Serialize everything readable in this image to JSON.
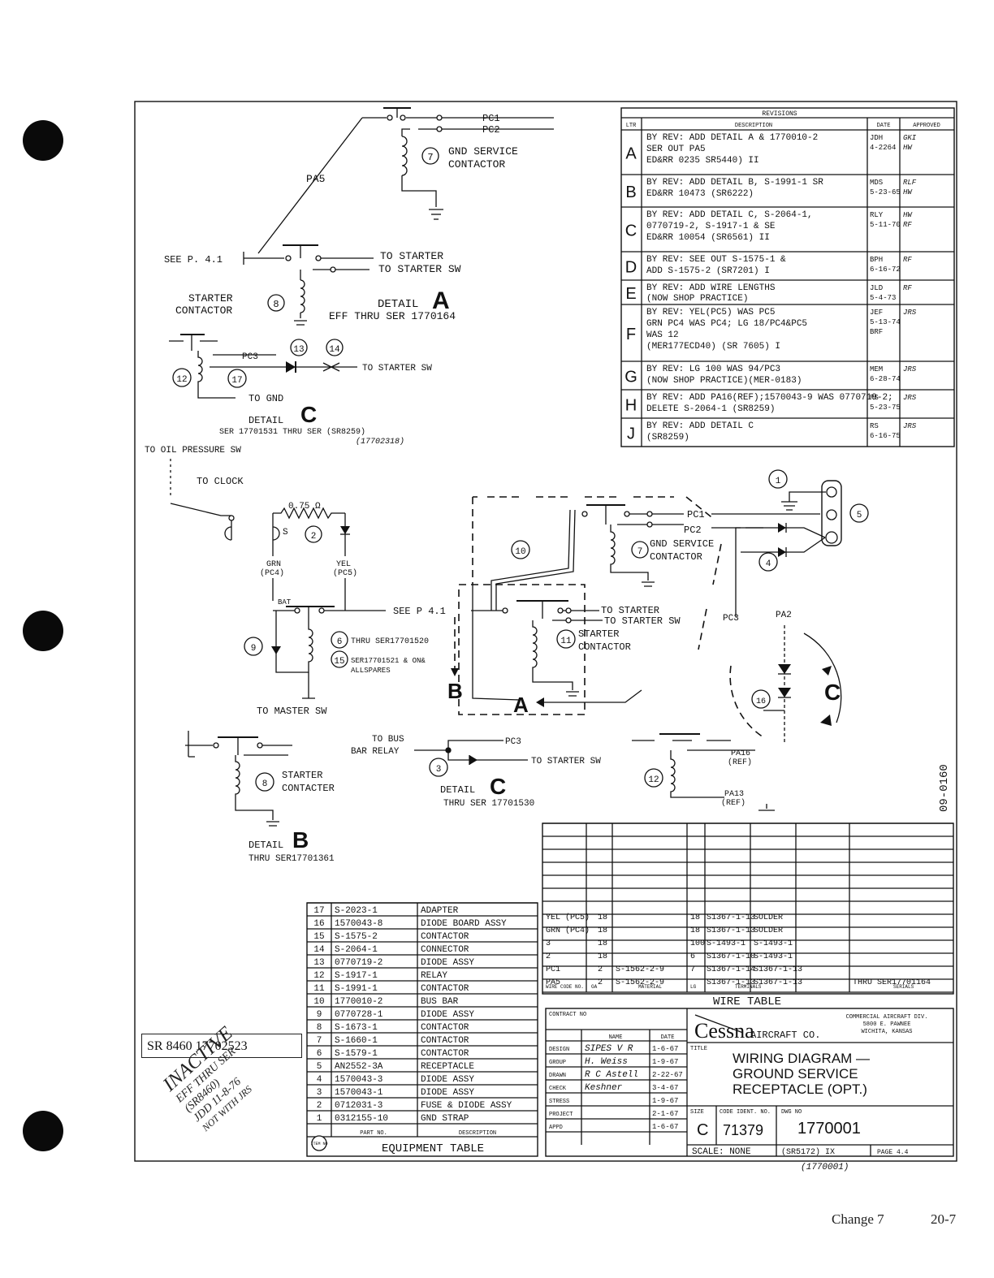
{
  "revisions": {
    "title": "REVISIONS",
    "headers": [
      "LTR",
      "DESCRIPTION",
      "DATE",
      "APPROVED"
    ],
    "rows": [
      {
        "ltr": "A",
        "desc": [
          "BY REV: ADD DETAIL A & 1770010-2",
          "SER OUT PA5",
          "ED&RR 0235    SR5440) II"
        ],
        "date": [
          "JDH",
          "4-2264"
        ],
        "appr": [
          "GKI",
          "HW"
        ]
      },
      {
        "ltr": "B",
        "desc": [
          "BY REV: ADD DETAIL B, S-1991-1 SR",
          "ED&RR 10473      (SR6222)"
        ],
        "date": [
          "MDS",
          "5-23-65"
        ],
        "appr": [
          "RLF",
          "HW"
        ]
      },
      {
        "ltr": "C",
        "desc": [
          "BY REV: ADD DETAIL C, S-2064-1,",
          "0770719-2, S-1917-1 & SE",
          "ED&RR 10054 (SR6561) II"
        ],
        "date": [
          "RLY",
          "5-11-70"
        ],
        "appr": [
          "HW",
          "RF"
        ]
      },
      {
        "ltr": "D",
        "desc": [
          "BY REV: SEE OUT S-1575-1 &",
          "ADD S-1575-2    (SR7201) I"
        ],
        "date": [
          "BPH",
          "6-16-72"
        ],
        "appr": [
          "RF"
        ]
      },
      {
        "ltr": "E",
        "desc": [
          "BY REV: ADD WIRE LENGTHS",
          "(NOW SHOP PRACTICE)"
        ],
        "date": [
          "JLD",
          "5-4-73"
        ],
        "appr": [
          "RF"
        ]
      },
      {
        "ltr": "F",
        "desc": [
          "BY REV: YEL(PC5) WAS PC5",
          "GRN PC4 WAS PC4; LG 18/PC4&PC5",
          "WAS 12",
          "(MER177ECD40)  (SR 7605) I"
        ],
        "date": [
          "JEF",
          "5-13-74",
          "BRF"
        ],
        "appr": [
          "JRS"
        ]
      },
      {
        "ltr": "G",
        "desc": [
          "BY REV: LG 100 WAS 94/PC3",
          "(NOW SHOP PRACTICE)(MER-0183)"
        ],
        "date": [
          "MEM",
          "6-28-74"
        ],
        "appr": [
          "JRS"
        ]
      },
      {
        "ltr": "H",
        "desc": [
          "BY REV: ADD PA16(REF);1570043-9 WAS 0770719-2;",
          "DELETE S-2064-1        (SR8259)"
        ],
        "date": [
          "RS",
          "5-23-75"
        ],
        "appr": [
          "JRS"
        ]
      },
      {
        "ltr": "J",
        "desc": [
          "BY REV: ADD DETAIL C",
          "(SR8259)"
        ],
        "date": [
          "RS",
          "6-16-75"
        ],
        "appr": [
          "JRS"
        ]
      }
    ]
  },
  "detail_a": {
    "label": "DETAIL",
    "letter": "A",
    "eff": "EFF THRU SER 1770164",
    "pc1": "PC1",
    "pc2": "PC2",
    "gnd_service": [
      "GND SERVICE",
      "CONTACTOR"
    ],
    "item7": "7",
    "pa5": "PA5",
    "see": "SEE P. 4.1",
    "to_starter": "TO STARTER",
    "to_starter_sw": "TO STARTER SW",
    "starter_contactor": [
      "STARTER",
      "CONTACTOR"
    ],
    "item8": "8"
  },
  "detail_c_upper": {
    "label": "DETAIL",
    "letter": "C",
    "ser": "SER 17701531 THRU SER (SR8259)",
    "ser2": "(17702318)",
    "pc3": "PC3",
    "item13": "13",
    "item14": "14",
    "item12": "12",
    "item17": "17",
    "to_starter_sw": "TO STARTER SW",
    "to_gnd": "TO GND"
  },
  "main": {
    "to_oil": "TO OIL PRESSURE SW",
    "to_clock": "TO CLOCK",
    "resistor": "0.75 Ω",
    "s": "S",
    "item2": "2",
    "grn": [
      "GRN",
      "(PC4)"
    ],
    "yel": [
      "YEL",
      "(PC5)"
    ],
    "bat": "BAT",
    "see": "SEE P 4.1",
    "item6": "6",
    "thru": "THRU SER17701520",
    "item15": "15",
    "ser15": [
      "SER17701521 & ON&",
      "ALLSPARES"
    ],
    "item9": "9",
    "to_master": "TO MASTER SW",
    "item10": "10",
    "pc1": "PC1",
    "pc2": "PC2",
    "gnd_service": [
      "GND SERVICE",
      "CONTACTOR"
    ],
    "item7": "7",
    "item1": "1",
    "item5": "5",
    "item4": "4",
    "to_starter": "TO STARTER",
    "to_starter_sw": "TO STARTER SW",
    "item11": "11",
    "starter_contactor": [
      "STARTER",
      "CONTACTOR"
    ],
    "letter_b": "B",
    "letter_a": "A",
    "letter_c": "C",
    "pc3": "PC3",
    "pa2": "PA2",
    "item16": "16"
  },
  "detail_b": {
    "label": "DETAIL",
    "letter": "B",
    "thru": "THRU SER17701361",
    "item8": "8",
    "starter": [
      "STARTER",
      "CONTACTER"
    ]
  },
  "detail_c_lower": {
    "label": "DETAIL",
    "letter": "C",
    "thru": "THRU SER 17701530",
    "to_bus": [
      "TO BUS",
      "BAR RELAY"
    ],
    "pc3": "PC3",
    "to_starter_sw": "TO STARTER SW",
    "item3": "3",
    "item12": "12",
    "pa16": [
      "PA16",
      "(REF)"
    ],
    "pa13": [
      "PA13",
      "(REF)"
    ]
  },
  "side_code": "09-0160",
  "wire_table": {
    "title": "WIRE TABLE",
    "rows": [
      [
        "YEL (PC5)",
        "18",
        "",
        "18",
        "S1367-1-13",
        "SOLDER",
        ""
      ],
      [
        "GRN (PC4)",
        "18",
        "",
        "18",
        "S1367-1-13",
        "SOLDER",
        ""
      ],
      [
        "3",
        "18",
        "",
        "100",
        "S-1493-1",
        "S-1493-1",
        ""
      ],
      [
        "2",
        "18",
        "",
        "6",
        "S1367-1-10",
        "S-1493-1",
        ""
      ],
      [
        "PC1",
        "2",
        "S-1562-2-9",
        "7",
        "S1367-1-14",
        "S1367-1-13",
        ""
      ],
      [
        "PA5",
        "2",
        "S-1562-2-9",
        "",
        "S1367-1-13",
        "S1367-1-13",
        "THRU SER17701164"
      ]
    ],
    "footer": [
      "WIRE CODE NO.",
      "GA",
      "MATERIAL",
      "LG",
      "TERMINALS",
      "",
      "SERIALS"
    ]
  },
  "equipment_table": {
    "title": "EQUIPMENT TABLE",
    "rows": [
      [
        "17",
        "S-2023-1",
        "ADAPTER"
      ],
      [
        "16",
        "1570043-8",
        "DIODE BOARD ASSY"
      ],
      [
        "15",
        "S-1575-2",
        "CONTACTOR"
      ],
      [
        "14",
        "S-2064-1",
        "CONNECTOR"
      ],
      [
        "13",
        "0770719-2",
        "DIODE ASSY"
      ],
      [
        "12",
        "S-1917-1",
        "RELAY"
      ],
      [
        "11",
        "S-1991-1",
        "CONTACTOR"
      ],
      [
        "10",
        "1770010-2",
        "BUS BAR"
      ],
      [
        "9",
        "0770728-1",
        "DIODE ASSY"
      ],
      [
        "8",
        "S-1673-1",
        "CONTACTOR"
      ],
      [
        "7",
        "S-1660-1",
        "CONTACTOR"
      ],
      [
        "6",
        "S-1579-1",
        "CONTACTOR"
      ],
      [
        "5",
        "AN2552-3A",
        "RECEPTACLE"
      ],
      [
        "4",
        "1570043-3",
        "DIODE ASSY"
      ],
      [
        "3",
        "1570043-1",
        "DIODE ASSY"
      ],
      [
        "2",
        "0712031-3",
        "FUSE & DIODE ASSY"
      ],
      [
        "1",
        "0312155-10",
        "GND STRAP"
      ]
    ],
    "headers": [
      "ITEM NO",
      "PART NO.",
      "DESCRIPTION"
    ]
  },
  "title_block": {
    "contract": "CONTRACT NO",
    "name": "NAME",
    "date": "DATE",
    "signers": [
      [
        "DESIGN",
        "SIPES V R",
        "1-6-67"
      ],
      [
        "GROUP",
        "H. Weiss",
        "1-9-67"
      ],
      [
        "DRAWN",
        "R C Astell",
        "2-22-67"
      ],
      [
        "CHECK",
        "Keshner",
        "3-4-67"
      ],
      [
        "STRESS",
        "",
        "1-9-67"
      ],
      [
        "PROJECT",
        "",
        "2-1-67"
      ],
      [
        "APPD",
        "",
        "1-6-67"
      ]
    ],
    "company": "Cessna",
    "company2": "AIRCRAFT CO.",
    "division": [
      "COMMERCIAL AIRCRAFT DIV.",
      "5800 E. PAWNEE",
      "WICHITA, KANSAS"
    ],
    "title_label": "TITLE",
    "title": [
      "WIRING DIAGRAM —",
      "GROUND SERVICE",
      "RECEPTACLE (OPT.)"
    ],
    "size_label": "SIZE",
    "size": "C",
    "code_label": "CODE IDENT. NO.",
    "code": "71379",
    "dwg_label": "DWG NO",
    "dwg": "1770001",
    "scale": "SCALE: NONE",
    "sr": "(SR5172) IX",
    "page": "PAGE 4.4",
    "below": "(1770001)"
  },
  "sr_box": "SR 8460 17702523",
  "stamp": [
    "INACTIVE",
    "EFF THRU SER",
    "(SR8460)",
    "JDD 11-8-76",
    "NOT WITH JRS"
  ],
  "footer": {
    "change": "Change 7",
    "page": "20-7"
  }
}
